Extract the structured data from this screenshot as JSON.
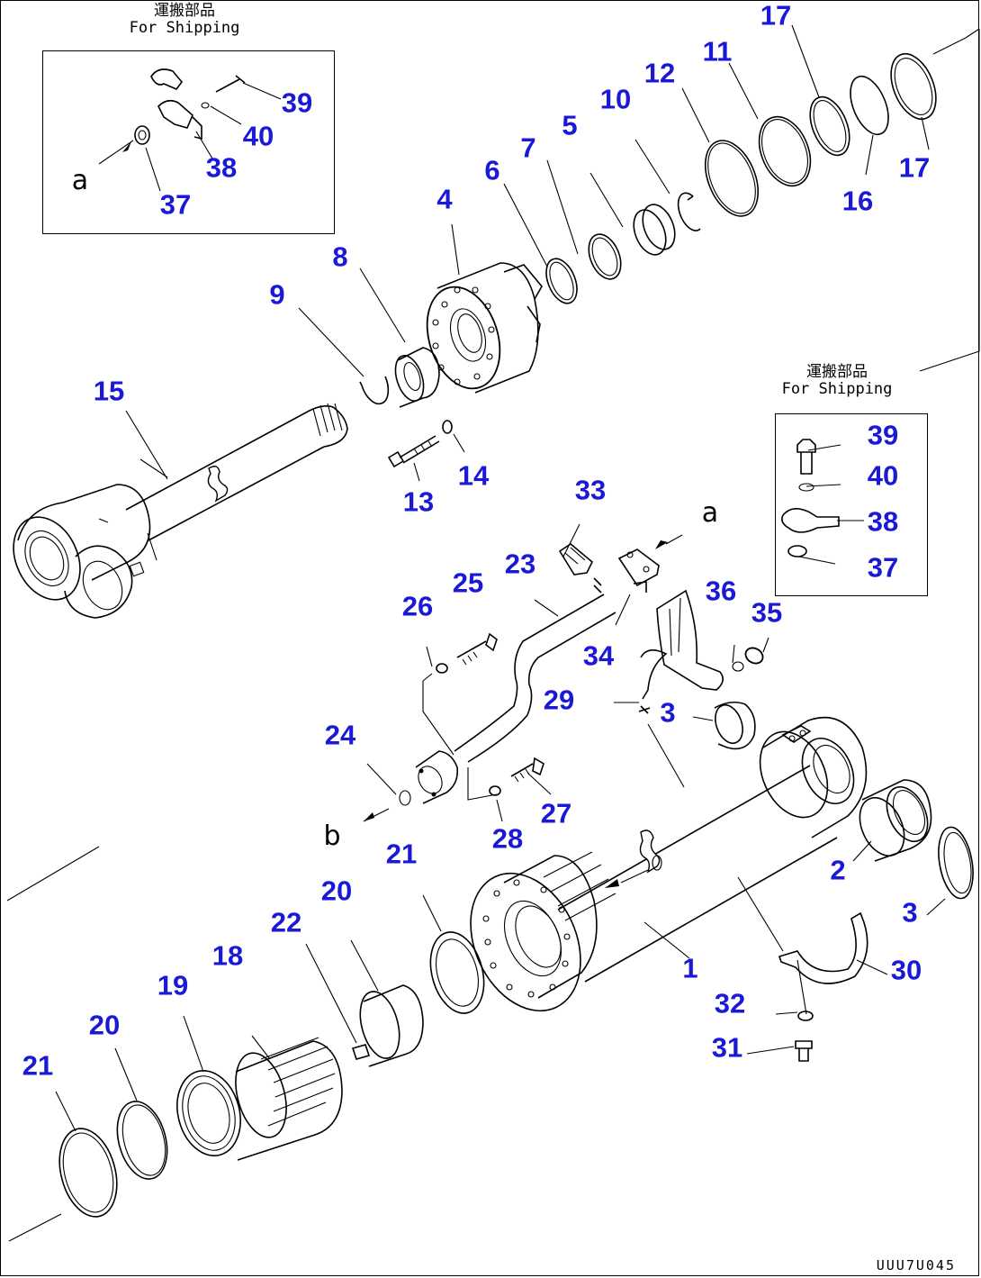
{
  "insets": {
    "top": {
      "title_jp": "運搬部品",
      "title_en": "For Shipping"
    },
    "right": {
      "title_jp": "運搬部品",
      "title_en": "For Shipping"
    }
  },
  "labels": {
    "p1": "1",
    "p2": "2",
    "p3a": "3",
    "p3b": "3",
    "p4": "4",
    "p5": "5",
    "p6": "6",
    "p7": "7",
    "p8": "8",
    "p9": "9",
    "p10": "10",
    "p11": "11",
    "p12": "12",
    "p13": "13",
    "p14": "14",
    "p15": "15",
    "p16": "16",
    "p17a": "17",
    "p17b": "17",
    "p18": "18",
    "p19": "19",
    "p20a": "20",
    "p20b": "20",
    "p21a": "21",
    "p21b": "21",
    "p22": "22",
    "p23": "23",
    "p24": "24",
    "p25": "25",
    "p26": "26",
    "p27": "27",
    "p28": "28",
    "p29": "29",
    "p30": "30",
    "p31": "31",
    "p32": "32",
    "p33": "33",
    "p34": "34",
    "p35": "35",
    "p36": "36",
    "p37a": "37",
    "p37b": "37",
    "p38a": "38",
    "p38b": "38",
    "p39a": "39",
    "p39b": "39",
    "p40a": "40",
    "p40b": "40"
  },
  "refs": {
    "a_top": "a",
    "a_mid": "a",
    "b_bottom": "b"
  },
  "drawing_code": "UUU7U045",
  "colors": {
    "callout": "#1a1ad6",
    "line": "#000000"
  }
}
